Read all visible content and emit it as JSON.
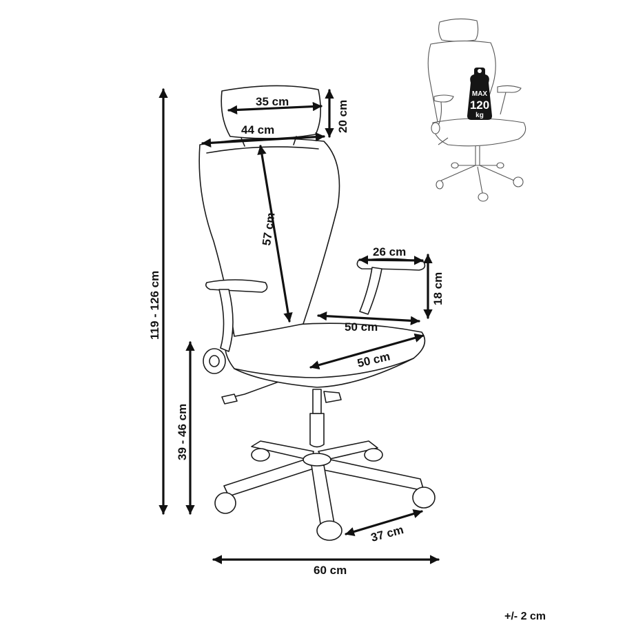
{
  "dimensions": {
    "headrest_width": "35 cm",
    "headrest_height": "20 cm",
    "backrest_width": "44 cm",
    "backrest_height": "57 cm",
    "armrest_length": "26 cm",
    "armrest_height": "18 cm",
    "seat_width": "50 cm",
    "seat_depth": "50 cm",
    "total_height": "119 - 126 cm",
    "seat_height": "39 - 46 cm",
    "base_leg": "37 cm",
    "base_width": "60 cm"
  },
  "max_load": {
    "label": "MAX",
    "value": "120",
    "unit": "kg"
  },
  "tolerance": "+/- 2 cm"
}
